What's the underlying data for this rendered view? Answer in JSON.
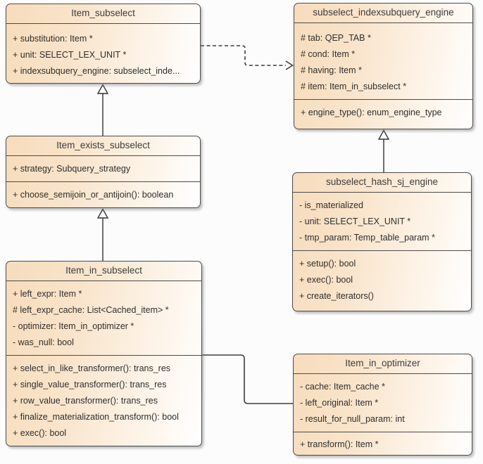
{
  "diagram": {
    "type": "uml-class-diagram",
    "classes": [
      {
        "name": "Item_subselect",
        "attributes": [
          "+ substitution: Item *",
          "+ unit: SELECT_LEX_UNIT *",
          "+ indexsubquery_engine: subselect_inde..."
        ],
        "methods": []
      },
      {
        "name": "subselect_indexsubquery_engine",
        "attributes": [
          "# tab: QEP_TAB *",
          "# cond: Item *",
          "# having: Item *",
          "# item: Item_in_subselect *"
        ],
        "methods": [
          "+ engine_type(): enum_engine_type"
        ]
      },
      {
        "name": "Item_exists_subselect",
        "attributes": [
          "+ strategy: Subquery_strategy"
        ],
        "methods": [
          "+ choose_semijoin_or_antijoin(): boolean"
        ]
      },
      {
        "name": "subselect_hash_sj_engine",
        "attributes": [
          "- is_materialized",
          "- unit: SELECT_LEX_UNIT *",
          "- tmp_param: Temp_table_param *"
        ],
        "methods": [
          "+ setup(): bool",
          "+ exec(): bool",
          "+ create_iterators()"
        ]
      },
      {
        "name": "Item_in_subselect",
        "attributes": [
          "+ left_expr: Item *",
          "# left_expr_cache: List<Cached_item> *",
          "- optimizer: Item_in_optimizer *",
          "- was_null: bool"
        ],
        "methods": [
          "+ select_in_like_transformer(): trans_res",
          "+ single_value_transformer(): trans_res",
          "+ row_value_transformer(): trans_res",
          "+ finalize_materialization_transform(): bool",
          "+ exec(): bool"
        ]
      },
      {
        "name": "Item_in_optimizer",
        "attributes": [
          "- cache: Item_cache *",
          "- left_original: Item *",
          "- result_for_null_param: int"
        ],
        "methods": [
          "+ transform(): Item *"
        ]
      }
    ],
    "relations": [
      {
        "from": "Item_subselect",
        "to": "subselect_indexsubquery_engine",
        "type": "dependency-dashed-open-arrow"
      },
      {
        "from": "Item_exists_subselect",
        "to": "Item_subselect",
        "type": "generalization-hollow-triangle"
      },
      {
        "from": "Item_in_subselect",
        "to": "Item_exists_subselect",
        "type": "generalization-hollow-triangle"
      },
      {
        "from": "subselect_hash_sj_engine",
        "to": "subselect_indexsubquery_engine",
        "type": "generalization-hollow-triangle"
      },
      {
        "from": "Item_in_subselect",
        "to": "Item_in_optimizer",
        "type": "association-solid-line"
      }
    ],
    "colors": {
      "box_fill_left": "#f7dcbc",
      "box_fill_right": "#ffffff",
      "box_border": "#4a4a4a",
      "edge": "#3d3d3d",
      "title_text": "#3c3c3c",
      "body_text": "#2e2e2e",
      "background": "#fcfcfc"
    }
  }
}
